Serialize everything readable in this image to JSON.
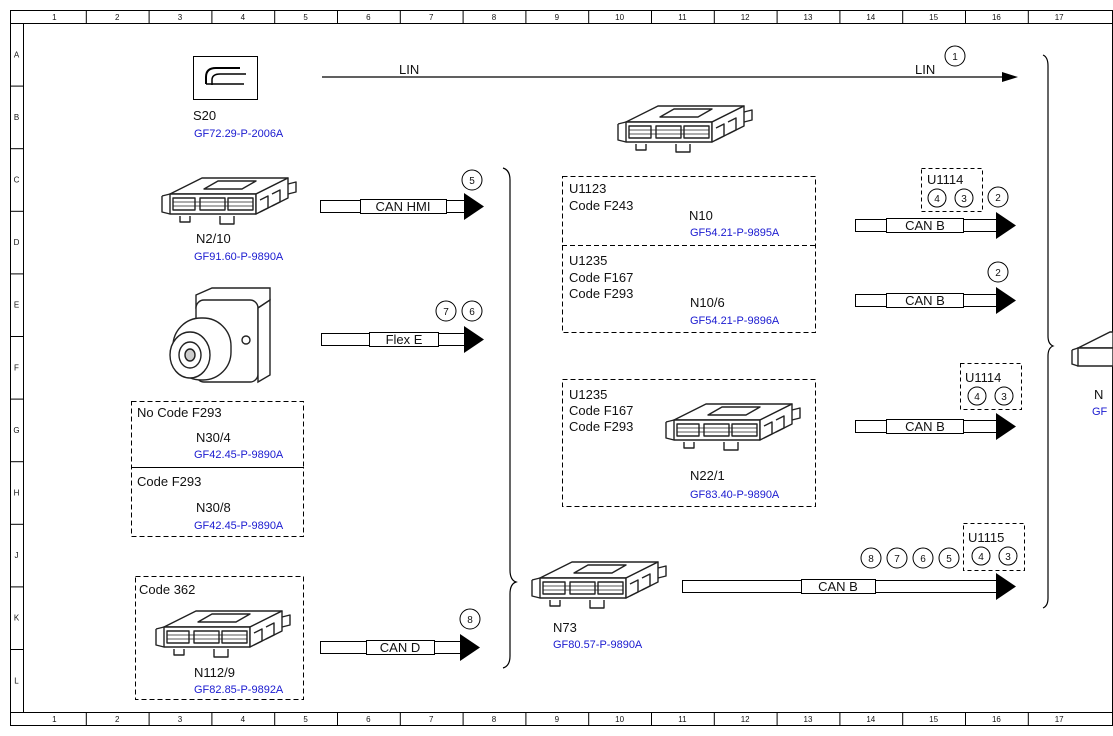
{
  "grid": {
    "columns": [
      "1",
      "2",
      "3",
      "4",
      "5",
      "6",
      "7",
      "8",
      "9",
      "10",
      "11",
      "12",
      "13",
      "14",
      "15",
      "16",
      "17"
    ],
    "rows": [
      "A",
      "B",
      "C",
      "D",
      "E",
      "F",
      "G",
      "H",
      "J",
      "K",
      "L"
    ]
  },
  "lin": {
    "left_label": "LIN",
    "right_label": "LIN",
    "marker": "1"
  },
  "components": {
    "s20": {
      "name": "S20",
      "ref": "GF72.29-P-2006A"
    },
    "n2_10": {
      "name": "N2/10",
      "ref": "GF91.60-P-9890A"
    },
    "n30_4": {
      "code": "No Code F293",
      "name": "N30/4",
      "ref": "GF42.45-P-9890A"
    },
    "n30_8": {
      "code": "Code F293",
      "name": "N30/8",
      "ref": "GF42.45-P-9890A"
    },
    "n112_9": {
      "code": "Code 362",
      "name": "N112/9",
      "ref": "GF82.85-P-9892A"
    },
    "n10": {
      "unit": "U1123",
      "code": "Code F243",
      "name": "N10",
      "ref": "GF54.21-P-9895A"
    },
    "n10_6": {
      "unit": "U1235",
      "code1": "Code F167",
      "code2": "Code F293",
      "name": "N10/6",
      "ref": "GF54.21-P-9896A"
    },
    "n22_1": {
      "unit": "U1235",
      "code1": "Code F167",
      "code2": "Code F293",
      "name": "N22/1",
      "ref": "GF83.40-P-9890A"
    },
    "n73": {
      "name": "N73",
      "ref": "GF80.57-P-9890A"
    },
    "right_partial": {
      "name": "N",
      "ref": "GF"
    }
  },
  "buses": {
    "can_hmi": {
      "label": "CAN HMI",
      "markers": [
        "5"
      ]
    },
    "flex_e": {
      "label": "Flex E",
      "markers": [
        "7",
        "6"
      ]
    },
    "can_d": {
      "label": "CAN D",
      "markers": [
        "8"
      ]
    },
    "can_b_n10": {
      "label": "CAN B",
      "unit": "U1114",
      "unit_markers": [
        "4",
        "3"
      ],
      "markers": [
        "2"
      ]
    },
    "can_b_n10_6": {
      "label": "CAN B",
      "markers": [
        "2"
      ]
    },
    "can_b_n22_1": {
      "label": "CAN B",
      "unit": "U1114",
      "unit_markers": [
        "4",
        "3"
      ]
    },
    "can_b_n73": {
      "label": "CAN B",
      "markers": [
        "8",
        "7",
        "6",
        "5"
      ],
      "unit": "U1115",
      "unit_markers": [
        "4",
        "3"
      ]
    }
  }
}
